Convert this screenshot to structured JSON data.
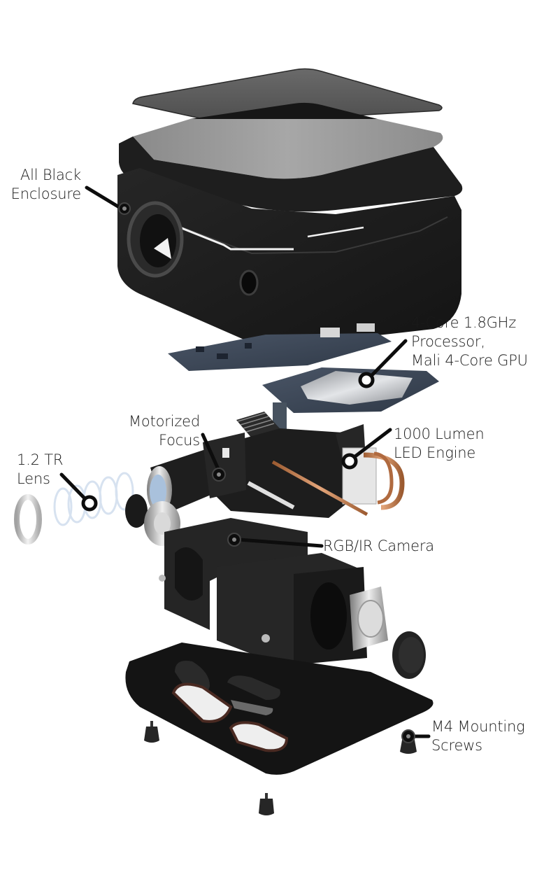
{
  "diagram": {
    "subject": "Projector exploded view",
    "background": "#ffffff",
    "colors": {
      "enclosure": "#1c1c1c",
      "top_panel": "#5e5e5e",
      "pcb": "#3b4656",
      "shield": "#b9bcc0",
      "copper": "#c67b4a",
      "metal": "#c9c9c9",
      "leader": "#0d0d0d"
    }
  },
  "callouts": [
    {
      "id": "enclosure",
      "lines": [
        "All Black",
        "Enclosure"
      ]
    },
    {
      "id": "processor",
      "lines": [
        "4-Core 1.8GHz",
        "Processor,",
        "Mali 4-Core GPU"
      ]
    },
    {
      "id": "focus",
      "lines": [
        "Motorized",
        "Focus"
      ]
    },
    {
      "id": "engine",
      "lines": [
        "1000 Lumen",
        "LED Engine"
      ]
    },
    {
      "id": "lens",
      "lines": [
        "1.2 TR",
        "Lens"
      ]
    },
    {
      "id": "camera",
      "lines": [
        "RGB/IR Camera"
      ]
    },
    {
      "id": "screws",
      "lines": [
        "M4 Mounting",
        "Screws"
      ]
    }
  ]
}
